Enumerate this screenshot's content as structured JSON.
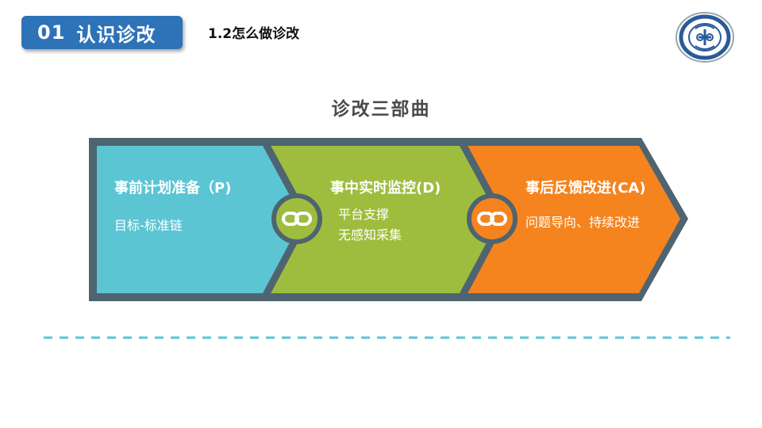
{
  "header": {
    "section_number": "01",
    "section_title": "认识诊改",
    "subtitle": "1.2怎么做诊改"
  },
  "logo": {
    "icon": "institution-seal-logo"
  },
  "diagram": {
    "title": "诊改三部曲",
    "stages": [
      {
        "title": "事前计划准备（P)",
        "lines": [
          "目标-标准链"
        ],
        "color": "#5bc5d4"
      },
      {
        "title": "事中实时监控(D)",
        "lines": [
          "平台支撑",
          "无感知采集"
        ],
        "color": "#9ebd3e"
      },
      {
        "title": "事后反馈改进(CA)",
        "lines": [
          "问题导向、持续改进"
        ],
        "color": "#f5841f"
      }
    ],
    "connector_icon": "chain-link-icon",
    "frame_color": "#4e6470"
  },
  "colors": {
    "badge": "#2e72b8",
    "dashed_line": "#5bc5d4"
  }
}
